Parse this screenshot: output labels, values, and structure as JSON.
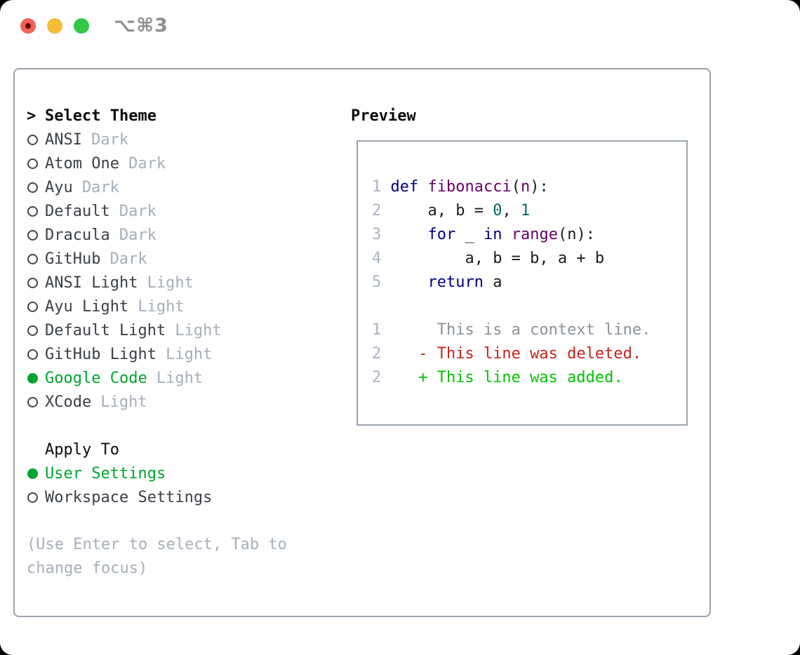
{
  "window": {
    "title": "⌥⌘3"
  },
  "titlebar": {
    "buttons": [
      {
        "name": "close",
        "color": "#f3615b",
        "has_unsaved_dot": true,
        "dot_color": "#5f0b06"
      },
      {
        "name": "minimize",
        "color": "#f6bd38"
      },
      {
        "name": "zoom",
        "color": "#33c748"
      }
    ]
  },
  "left_panel": {
    "header": {
      "prefix": ">",
      "label": "Select Theme"
    },
    "themes": [
      {
        "name": "ANSI",
        "variant": "Dark",
        "selected": false
      },
      {
        "name": "Atom One",
        "variant": "Dark",
        "selected": false
      },
      {
        "name": "Ayu",
        "variant": "Dark",
        "selected": false
      },
      {
        "name": "Default",
        "variant": "Dark",
        "selected": false
      },
      {
        "name": "Dracula",
        "variant": "Dark",
        "selected": false
      },
      {
        "name": "GitHub",
        "variant": "Dark",
        "selected": false
      },
      {
        "name": "ANSI Light",
        "variant": "Light",
        "selected": false
      },
      {
        "name": "Ayu Light",
        "variant": "Light",
        "selected": false
      },
      {
        "name": "Default Light",
        "variant": "Light",
        "selected": false
      },
      {
        "name": "GitHub Light",
        "variant": "Light",
        "selected": false
      },
      {
        "name": "Google Code",
        "variant": "Light",
        "selected": true
      },
      {
        "name": "XCode",
        "variant": "Light",
        "selected": false
      }
    ],
    "apply_to": {
      "label": "Apply To",
      "options": [
        {
          "label": "User Settings",
          "selected": true
        },
        {
          "label": "Workspace Settings",
          "selected": false
        }
      ]
    },
    "hint": "(Use Enter to select, Tab to change focus)"
  },
  "preview": {
    "label": "Preview",
    "lines": [
      {
        "num": "1",
        "tokens": [
          {
            "text": " ",
            "style": "pl"
          },
          {
            "text": "def",
            "style": "kw"
          },
          {
            "text": " ",
            "style": "pl"
          },
          {
            "text": "fibonacci",
            "style": "ty"
          },
          {
            "text": "(",
            "style": "pl"
          },
          {
            "text": "n",
            "style": "ty"
          },
          {
            "text": "):",
            "style": "pl"
          }
        ]
      },
      {
        "num": "2",
        "tokens": [
          {
            "text": "     a, b = ",
            "style": "pl"
          },
          {
            "text": "0",
            "style": "lit"
          },
          {
            "text": ", ",
            "style": "pl"
          },
          {
            "text": "1",
            "style": "lit"
          }
        ]
      },
      {
        "num": "3",
        "tokens": [
          {
            "text": "     ",
            "style": "pl"
          },
          {
            "text": "for",
            "style": "kw"
          },
          {
            "text": " _ ",
            "style": "pl"
          },
          {
            "text": "in",
            "style": "kw"
          },
          {
            "text": " ",
            "style": "pl"
          },
          {
            "text": "range",
            "style": "ty"
          },
          {
            "text": "(n):",
            "style": "pl"
          }
        ]
      },
      {
        "num": "4",
        "tokens": [
          {
            "text": "         a, b = b, a + b",
            "style": "pl"
          }
        ]
      },
      {
        "num": "5",
        "tokens": [
          {
            "text": "     ",
            "style": "pl"
          },
          {
            "text": "return",
            "style": "kw"
          },
          {
            "text": " a",
            "style": "pl"
          }
        ]
      },
      {
        "num": "",
        "tokens": []
      },
      {
        "num": "1",
        "tokens": [
          {
            "text": "      This is a context line.",
            "style": "ctx"
          }
        ]
      },
      {
        "num": "2",
        "tokens": [
          {
            "text": "    - This line was deleted.",
            "style": "del"
          }
        ]
      },
      {
        "num": "2",
        "tokens": [
          {
            "text": "    + This line was added.",
            "style": "add"
          }
        ]
      }
    ]
  },
  "colors": {
    "border": "#9aa3ae",
    "ink": "#0b0b0b",
    "item": "#3a3f46",
    "muted": "#a6aeba",
    "green": "#00a42e",
    "kw": "#000088",
    "ty": "#660066",
    "lit": "#006666",
    "pl": "#1c1c1c",
    "lnum": "#a9b3c4",
    "ctx": "#8b9199",
    "del": "#c5231c",
    "add": "#00c300",
    "light_red": "#f3615b",
    "light_red_dot": "#5f0b06",
    "light_yellow": "#f6bd38",
    "light_green": "#33c748",
    "title_gray": "#8e8e8e"
  }
}
